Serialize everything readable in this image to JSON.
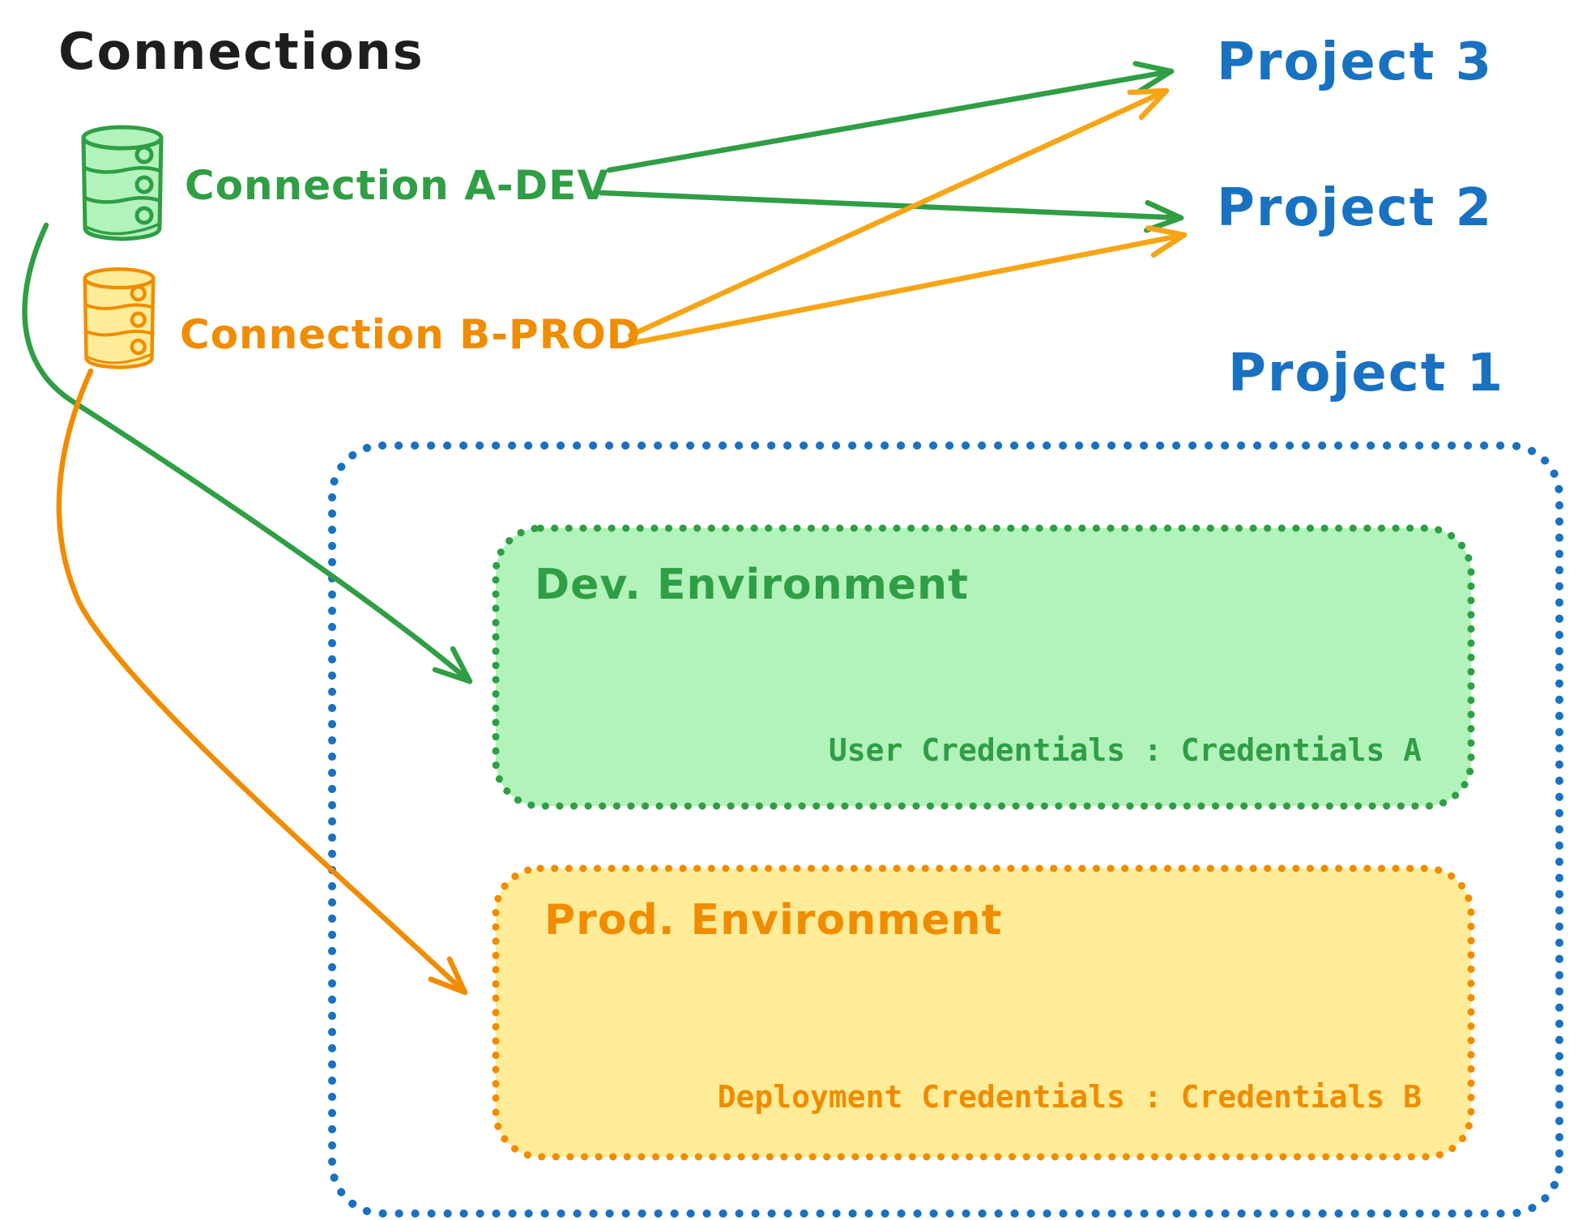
{
  "diagram_title": "Connections",
  "connections": [
    {
      "label": "Connection A-DEV",
      "color": "#2f9e44",
      "icon": "database-icon"
    },
    {
      "label": "Connection B-PROD",
      "color": "#f08c00",
      "icon": "database-icon"
    }
  ],
  "projects": [
    {
      "label": "Project 3"
    },
    {
      "label": "Project 2"
    },
    {
      "label": "Project 1"
    }
  ],
  "project1_detail": {
    "environments": {
      "dev": {
        "title": "Dev. Environment",
        "credentials_label": "User Credentials : Credentials A"
      },
      "prod": {
        "title": "Prod. Environment",
        "credentials_label": "Deployment Credentials : Credentials B"
      }
    }
  },
  "arrows": [
    {
      "from": "Connection A-DEV",
      "to": "Project 3",
      "color": "green"
    },
    {
      "from": "Connection A-DEV",
      "to": "Project 2",
      "color": "green"
    },
    {
      "from": "Connection B-PROD",
      "to": "Project 3",
      "color": "orange"
    },
    {
      "from": "Connection B-PROD",
      "to": "Project 2",
      "color": "orange"
    },
    {
      "from": "Connection A-DEV",
      "to": "Dev. Environment",
      "color": "green"
    },
    {
      "from": "Connection B-PROD",
      "to": "Prod. Environment",
      "color": "orange"
    }
  ],
  "colors": {
    "title_text": "#1e1e1e",
    "green_stroke": "#2f9e44",
    "green_fill": "#b2f2bb",
    "orange_stroke": "#f08c00",
    "orange_fill": "#ffec99",
    "orange_arrow": "#f7a515",
    "blue_stroke": "#1971c2",
    "background": "#ffffff"
  }
}
